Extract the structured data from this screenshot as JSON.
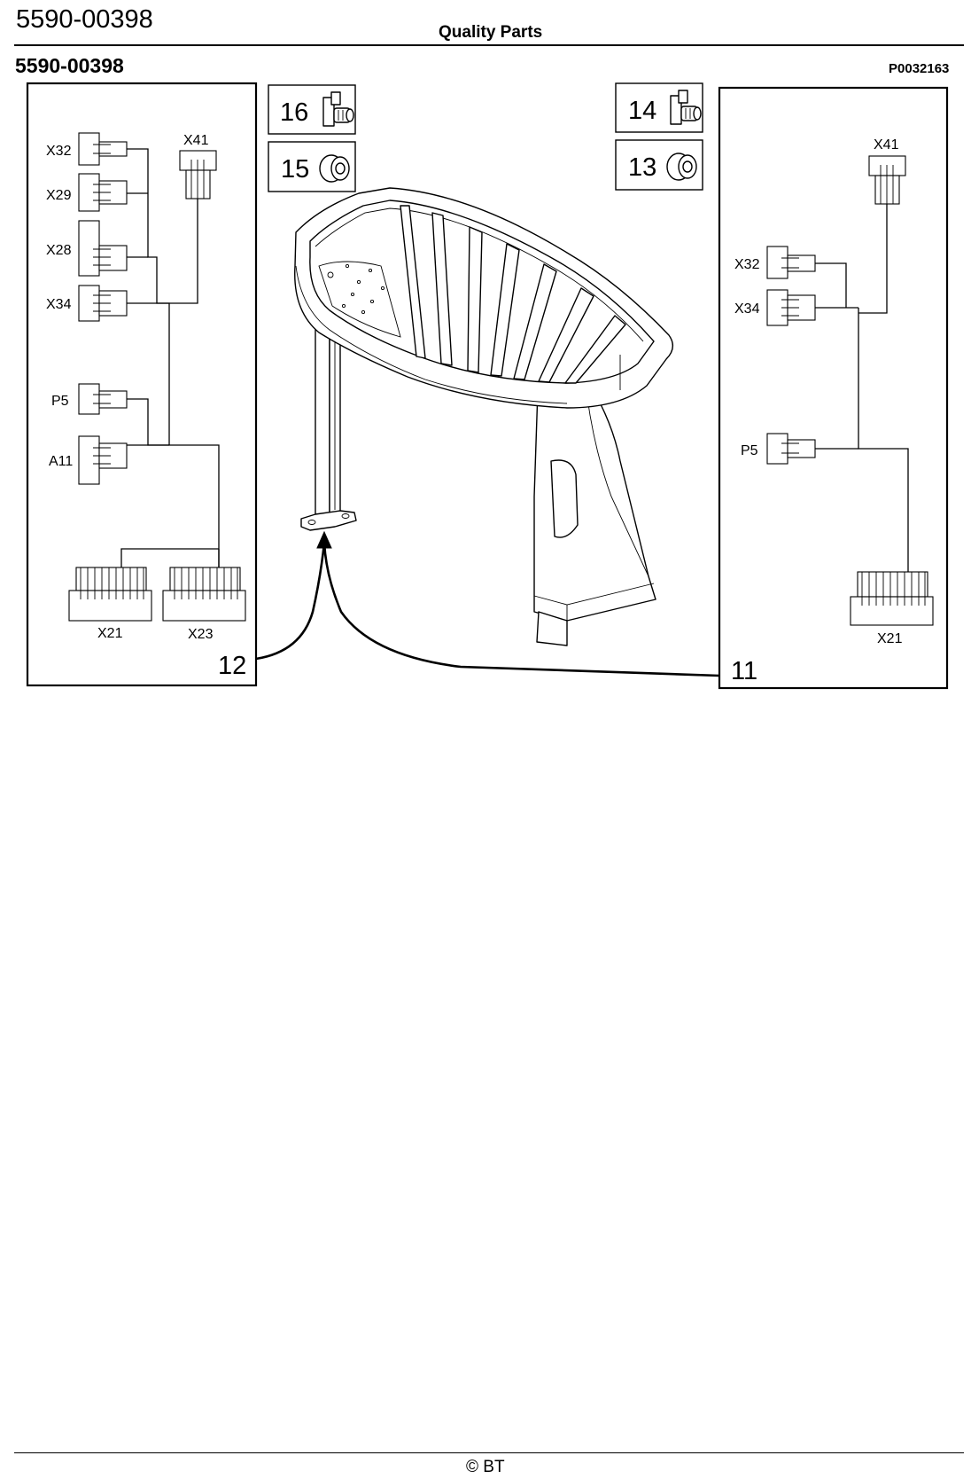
{
  "header": {
    "doc_number": "5590-00398",
    "title": "Quality Parts"
  },
  "page": {
    "heading": "5590-00398",
    "figure_code": "P0032163"
  },
  "callouts": {
    "item_16": "16",
    "item_15": "15",
    "item_14": "14",
    "item_13": "13",
    "item_12": "12",
    "item_11": "11"
  },
  "harness_12": {
    "connectors": {
      "x32": "X32",
      "x29": "X29",
      "x28": "X28",
      "x34": "X34",
      "x41": "X41",
      "p5": "P5",
      "a11": "A11",
      "x21": "X21",
      "x23": "X23"
    }
  },
  "harness_11": {
    "connectors": {
      "x41": "X41",
      "x32": "X32",
      "x34": "X34",
      "p5": "P5",
      "x21": "X21"
    }
  },
  "footer": {
    "copyright": "© BT"
  }
}
